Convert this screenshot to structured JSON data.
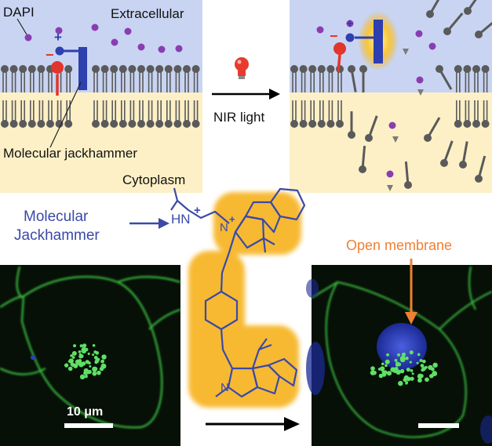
{
  "labels": {
    "dapi": "DAPI",
    "extracellular": "Extracellular",
    "molecular_jackhammer": "Molecular jackhammer",
    "cytoplasm": "Cytoplasm",
    "nir_light": "NIR light",
    "molecule_title_line1": "Molecular",
    "molecule_title_line2": "Jackhammer",
    "open_membrane": "Open membrane",
    "scale_bar": "10 μm",
    "plus_sign": "+",
    "minus_sign": "−",
    "amine": "HN",
    "amine_charge": "+",
    "nitrogen_plus": "N",
    "nitrogen_plus_charge": "+",
    "nitrogen_bottom": "N"
  },
  "colors": {
    "extracellular_bg": "#c9d4f2",
    "cytoplasm_bg": "#fdf0c6",
    "lipid": "#5a5a5a",
    "dapi": "#8a3db0",
    "jackhammer": "#2e3fae",
    "red_molecule": "#e2352b",
    "glow": "#f6b417",
    "label_blue": "#3a4aa8",
    "label_orange": "#f08032",
    "microscopy_bg": "#061006",
    "membrane_green": "#3ec545",
    "nucleus_blue": "#2d3fbf"
  },
  "icons": [
    "light-bulb-icon",
    "arrow-right-icon",
    "arrow-down-icon"
  ]
}
